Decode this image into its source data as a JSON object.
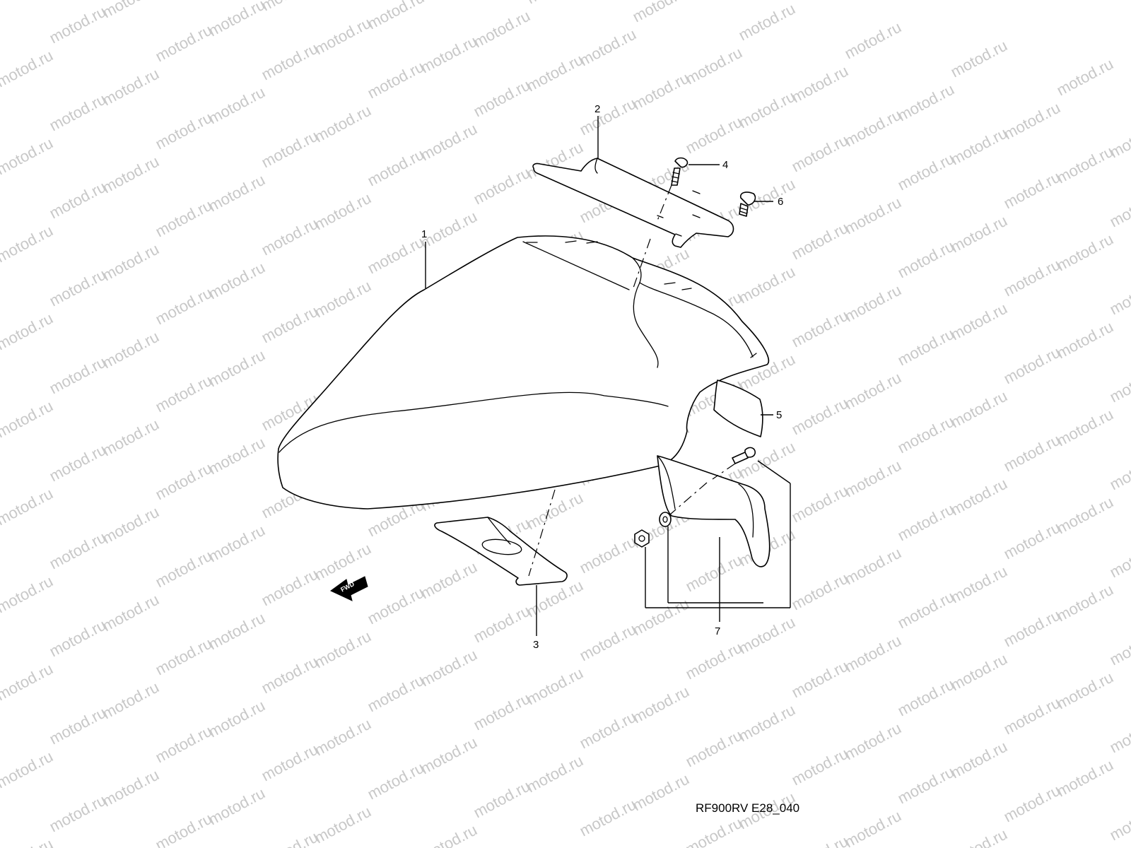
{
  "callouts": {
    "c1": "1",
    "c2": "2",
    "c3": "3",
    "c4": "4",
    "c5": "5",
    "c6": "6",
    "c7": "7"
  },
  "fwd_label": "FWD",
  "watermark_text": "motod.ru",
  "diagram_code": "RF900RV E28_040",
  "colors": {
    "line": "#000000",
    "background": "#ffffff",
    "watermark": "#c8c8c8"
  }
}
